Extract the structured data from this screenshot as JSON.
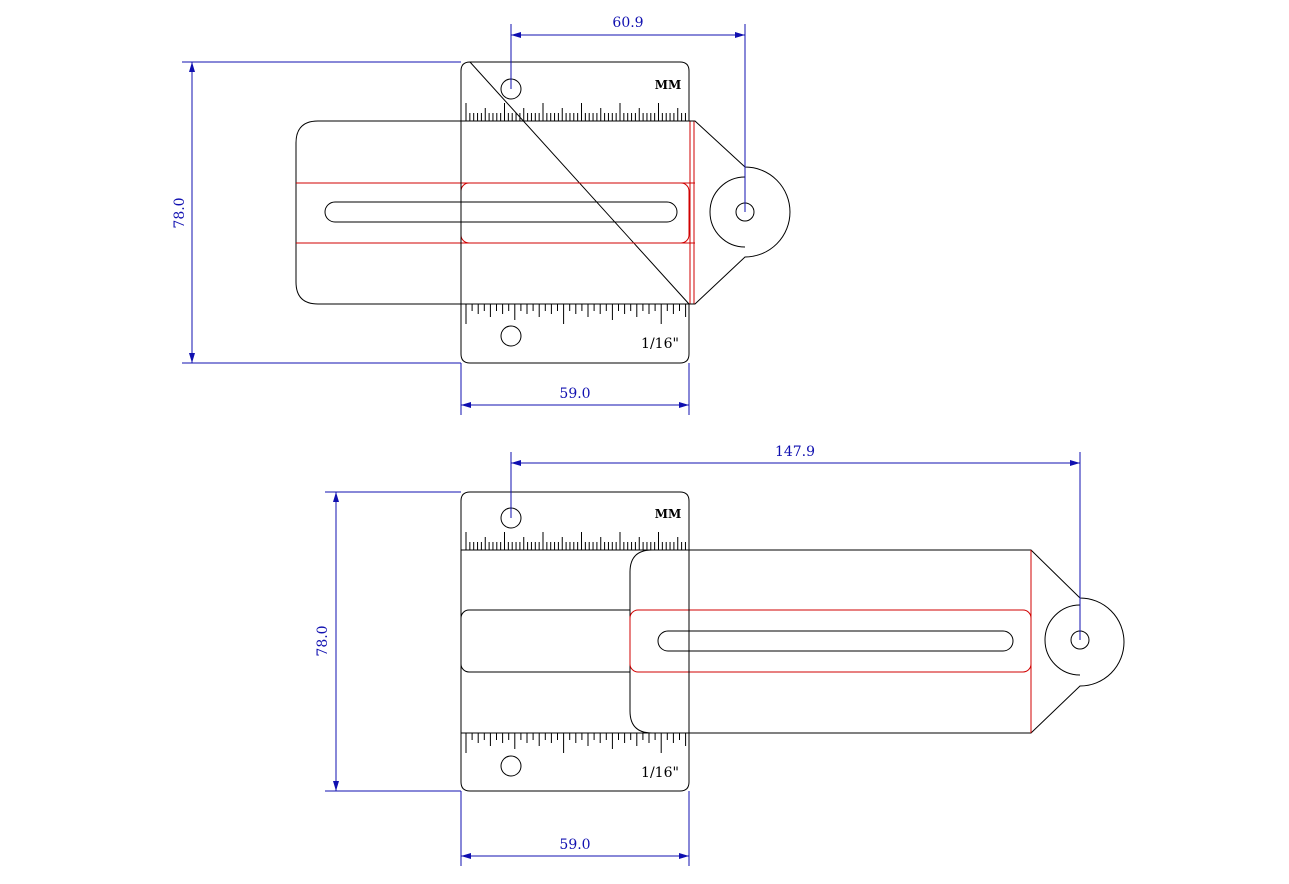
{
  "views": [
    {
      "id": "retracted",
      "mm_label": "MM",
      "inch_label": "1/16\"",
      "dimensions": {
        "reach": "60.9",
        "height": "78.0",
        "width": "59.0"
      }
    },
    {
      "id": "extended",
      "mm_label": "MM",
      "inch_label": "1/16\"",
      "dimensions": {
        "reach": "147.9",
        "height": "78.0",
        "width": "59.0"
      }
    }
  ],
  "colors": {
    "outline": "#000000",
    "slot_guide": "#d00000",
    "dimension": "#1010b0",
    "background": "#ffffff"
  }
}
